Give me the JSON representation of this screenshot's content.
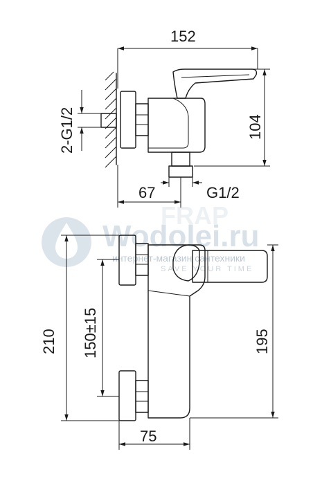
{
  "dimensions": {
    "top_width": "152",
    "inlet_thread_count": "2-G1/2",
    "top_height": "104",
    "spout_offset": "67",
    "outlet_thread": "G1/2",
    "overall_height": "210",
    "center_distance": "150±15",
    "body_height": "195",
    "wall_projection": "75"
  },
  "watermark": {
    "brand": "Wodolei.ru",
    "tagline": "интернет-магазин сантехники",
    "logo_text": "FRAP",
    "slogan": "SAVE YOUR TIME"
  },
  "colors": {
    "line": "#1a1a1a",
    "watermark": "#a9bccd"
  }
}
